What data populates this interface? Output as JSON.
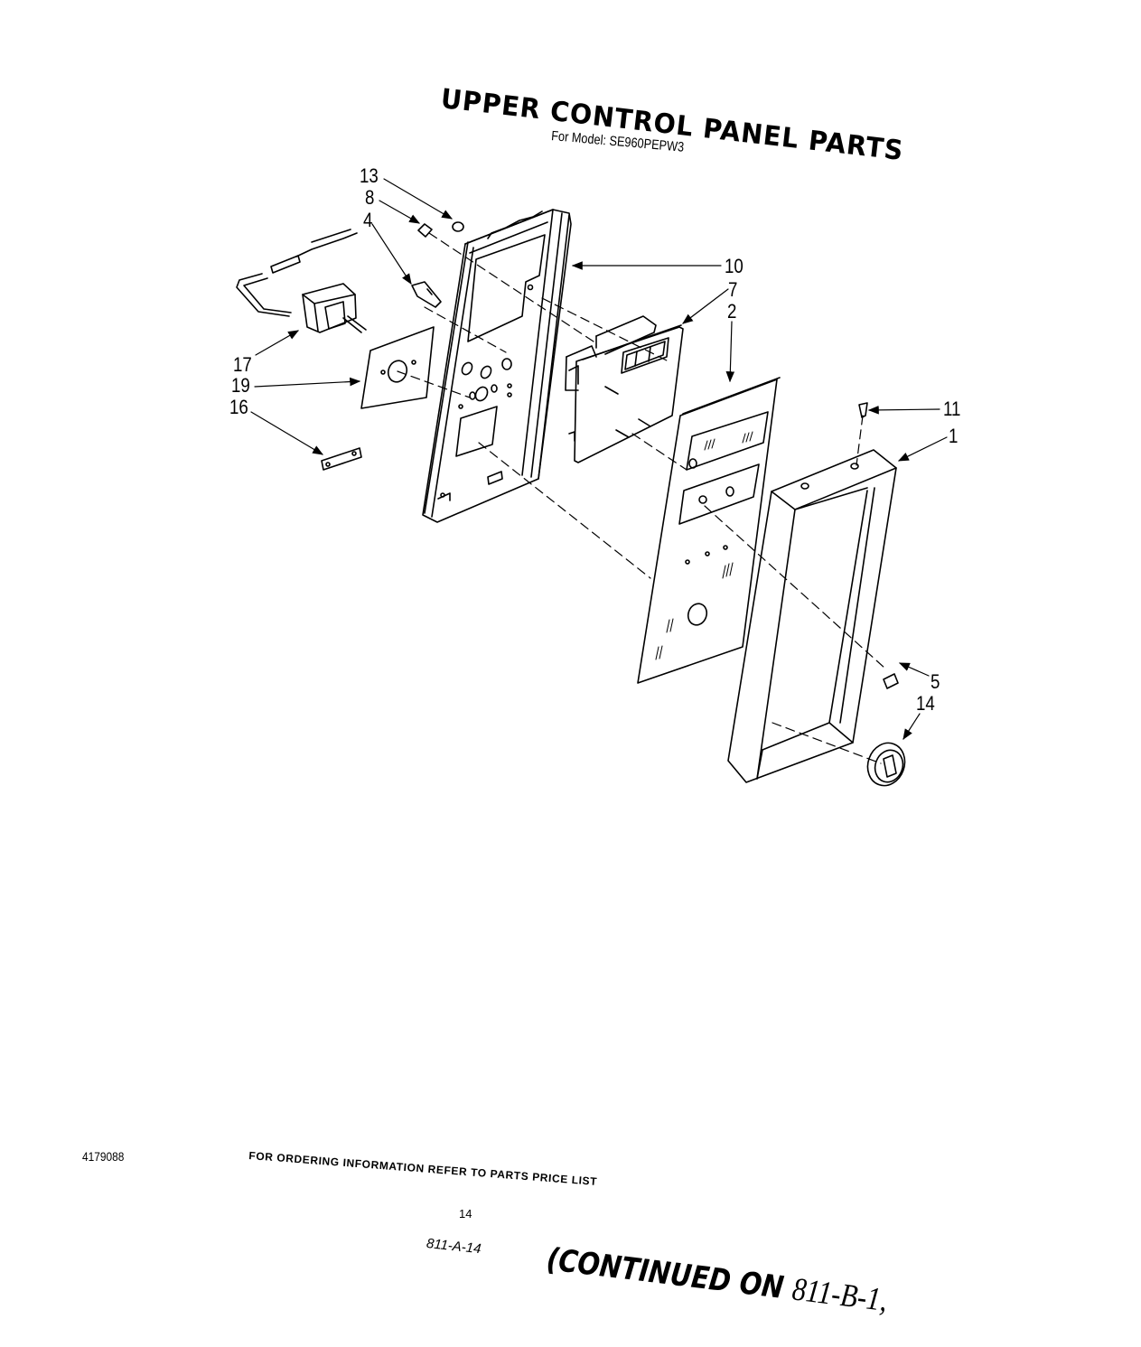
{
  "header": {
    "title": "UPPER CONTROL PANEL PARTS",
    "subtitle": "For Model: SE960PEPW3"
  },
  "callouts": [
    {
      "number": "13",
      "part": "nut"
    },
    {
      "number": "8",
      "part": "screw"
    },
    {
      "number": "4",
      "part": "lamp-socket"
    },
    {
      "number": "10",
      "part": "control-panel-bracket"
    },
    {
      "number": "7",
      "part": "timer-control-module"
    },
    {
      "number": "2",
      "part": "control-faceplate"
    },
    {
      "number": "17",
      "part": "switch-with-wiring"
    },
    {
      "number": "19",
      "part": "mounting-plate"
    },
    {
      "number": "16",
      "part": "clip"
    },
    {
      "number": "11",
      "part": "screw"
    },
    {
      "number": "1",
      "part": "panel-frame"
    },
    {
      "number": "5",
      "part": "button"
    },
    {
      "number": "14",
      "part": "knob"
    }
  ],
  "footer": {
    "doc_number": "4179088",
    "ordering_note": "FOR ORDERING INFORMATION REFER TO PARTS PRICE LIST",
    "page_number": "14",
    "ref_code": "811-A-14",
    "continued_prefix": "(CONTINUED ON",
    "continued_target": "811-B-1,"
  }
}
